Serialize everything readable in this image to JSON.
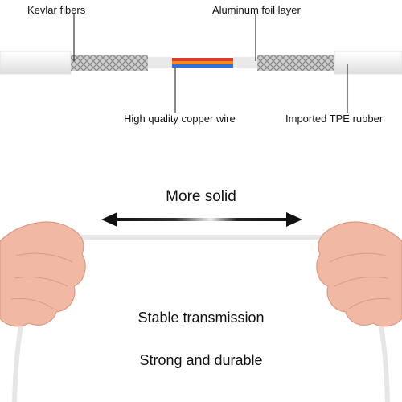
{
  "labels": {
    "kevlar": "Kevlar fibers",
    "foil": "Aluminum foil layer",
    "copper": "High quality copper wire",
    "tpe": "Imported TPE rubber"
  },
  "captions": {
    "more_solid": "More solid",
    "stable": "Stable transmission",
    "strong": "Strong and durable"
  },
  "colors": {
    "wire_red": "#e03a2a",
    "wire_orange": "#f08a24",
    "wire_blue": "#2f6fd8",
    "braid": "#a8a8a8",
    "jacket": "#f2f2f2",
    "skin": "#f1b9a3"
  }
}
